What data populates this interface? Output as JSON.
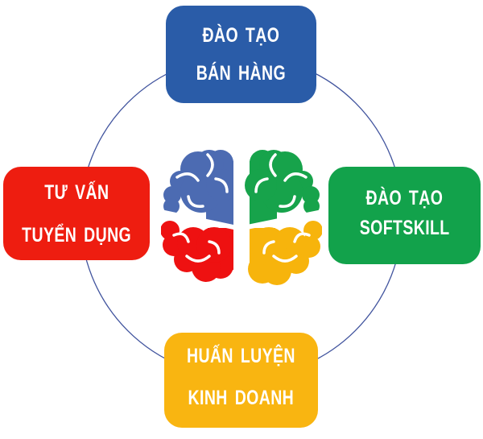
{
  "diagram": {
    "description": "Four-service diagram around a four-color brain icon on a circular connector",
    "circle": {
      "color": "#41549E"
    },
    "center": {
      "icon": "brain-icon",
      "colors": {
        "top_left": "#4C6BB2",
        "top_right": "#17A34B",
        "bottom_left": "#EE1111",
        "bottom_right": "#F7B40C"
      }
    },
    "nodes": [
      {
        "id": "top",
        "position": "top",
        "color": "#2A5CA8",
        "text_color": "#FFFFFF",
        "lines": [
          "ĐÀO TẠO",
          "BÁN HÀNG"
        ]
      },
      {
        "id": "right",
        "position": "right",
        "color": "#12A24B",
        "text_color": "#FFFFFF",
        "lines": [
          "ĐÀO TẠO",
          "SOFTSKILL"
        ]
      },
      {
        "id": "bottom",
        "position": "bottom",
        "color": "#F9B511",
        "text_color": "#FFFFFF",
        "lines": [
          "HUẤN LUYỆN",
          "KINH DOANH"
        ]
      },
      {
        "id": "left",
        "position": "left",
        "color": "#EE1D10",
        "text_color": "#FFFFFF",
        "lines": [
          "TƯ VẤN",
          "TUYỂN DỤNG"
        ]
      }
    ]
  }
}
